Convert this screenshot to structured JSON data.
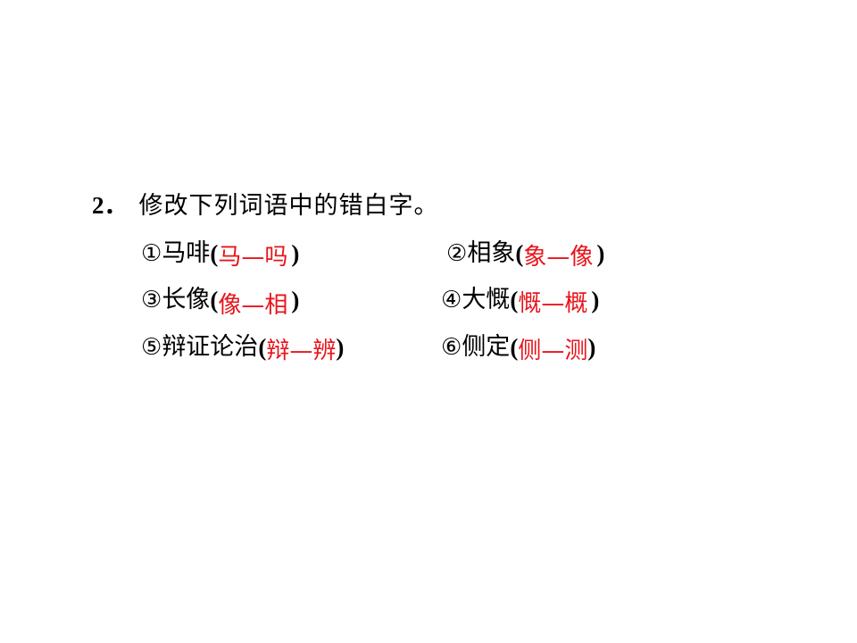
{
  "slide": {
    "question": {
      "number": "2．",
      "prompt": "修改下列词语中的错白字。"
    },
    "items": [
      {
        "marker": "①",
        "word": "马啡",
        "open": "(",
        "answer": "马—吗",
        "close": ")"
      },
      {
        "marker": "②",
        "word": "相象",
        "open": "(",
        "answer": "象—像",
        "close": ")"
      },
      {
        "marker": "③",
        "word": "长像",
        "open": "(",
        "answer": "像—相",
        "close": ")"
      },
      {
        "marker": "④",
        "word": "大慨",
        "open": "(",
        "answer": "慨—概",
        "close": ")"
      },
      {
        "marker": "⑤",
        "word": "辩证论治",
        "open": "(",
        "answer": "辩—辨",
        "close": ")"
      },
      {
        "marker": "⑥",
        "word": "侧定",
        "open": "(",
        "answer": "侧—测",
        "close": ")"
      }
    ],
    "colors": {
      "text": "#000000",
      "answer": "#e8141b",
      "background": "#ffffff"
    }
  }
}
